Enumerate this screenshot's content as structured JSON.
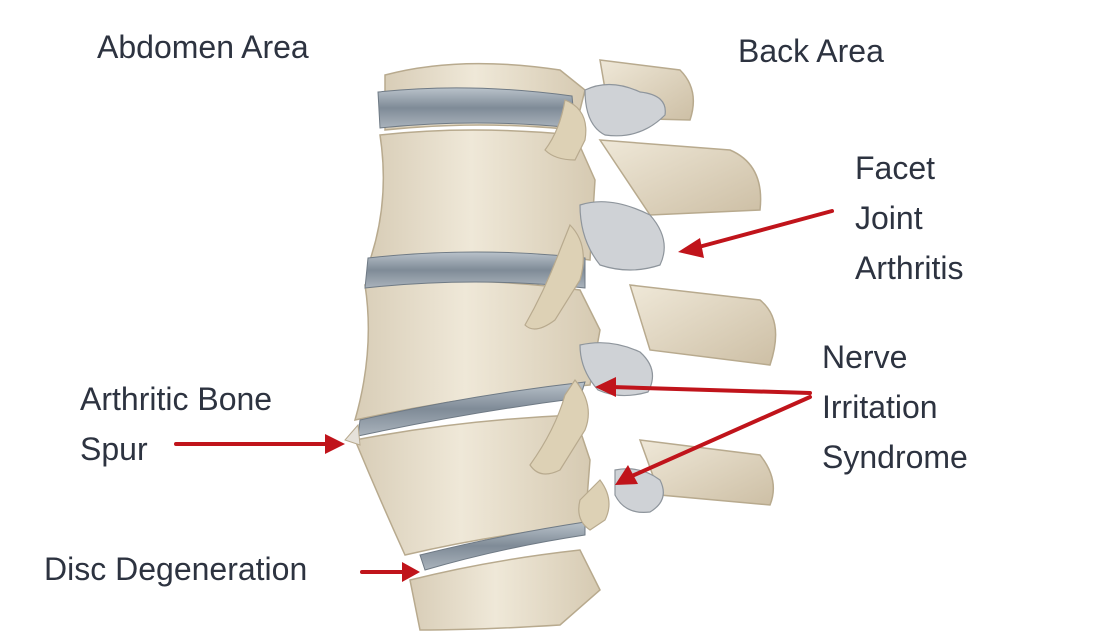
{
  "colors": {
    "arrow": "#c0141b",
    "label_text": "#2d3340",
    "bone": "#e8e0cf",
    "bone_shade": "#c9bda6",
    "disc": "#8f9aa6",
    "degenerated_bone": "#c9cdd2"
  },
  "labels": {
    "abdomen_area": "Abdomen Area",
    "back_area": "Back Area",
    "facet_joint_arthritis": [
      "Facet",
      "Joint",
      "Arthritis"
    ],
    "nerve_irritation_syndrome": [
      "Nerve",
      "Irritation",
      "Syndrome"
    ],
    "arthritic_bone_spur": [
      "Arthritic Bone",
      "Spur"
    ],
    "disc_degeneration": "Disc Degeneration"
  }
}
